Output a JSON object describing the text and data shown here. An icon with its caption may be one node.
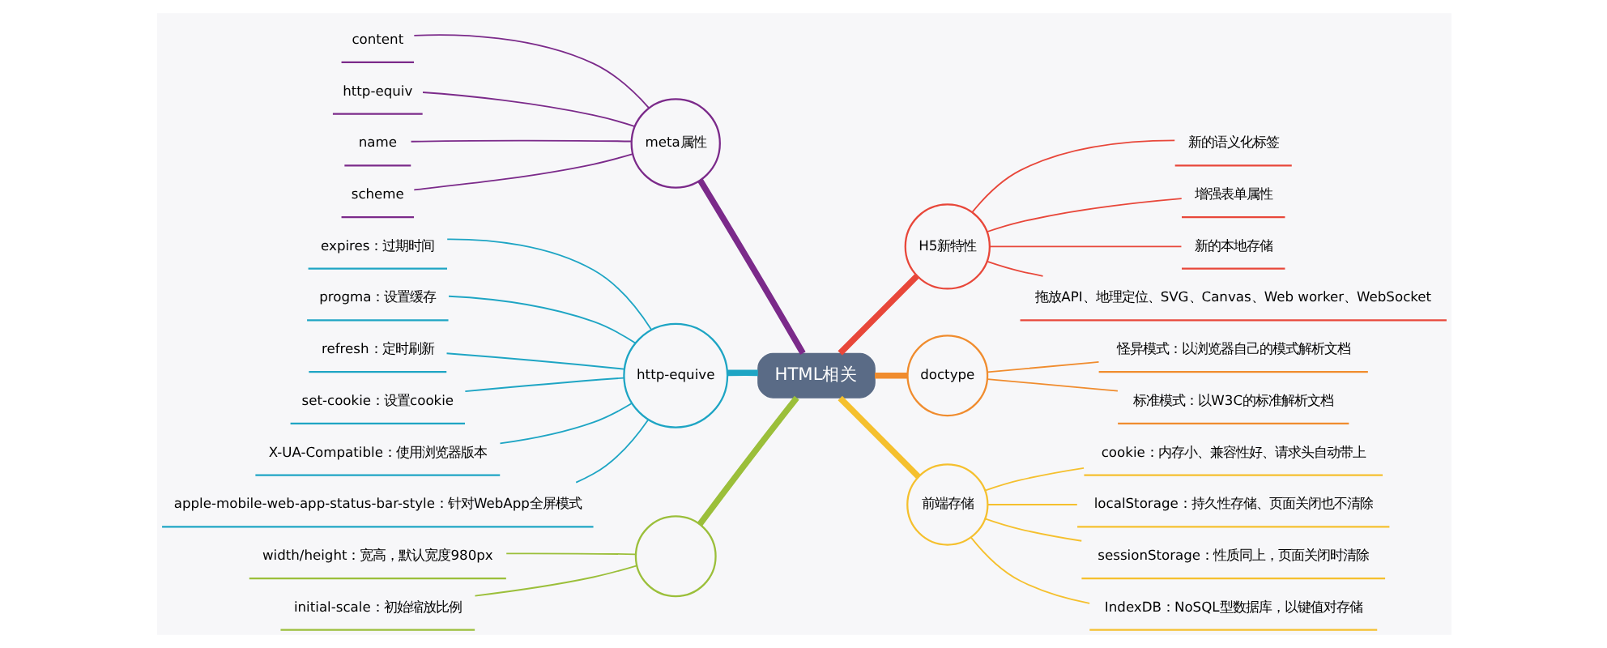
{
  "diagram": {
    "nodes": [
      {
        "text": [
          "HTML相关"
        ]
      },
      {
        "text": [
          "meta属性"
        ]
      },
      {
        "text": [
          "content"
        ]
      },
      {
        "text": [
          "http-equiv"
        ]
      },
      {
        "text": [
          "name"
        ]
      },
      {
        "text": [
          "scheme"
        ]
      },
      {
        "text": [
          "http-equive"
        ]
      },
      {
        "text": [
          "expires：过期时间"
        ]
      },
      {
        "text": [
          "progma：设置缓存"
        ]
      },
      {
        "text": [
          "refresh：定时刷新"
        ]
      },
      {
        "text": [
          "set-cookie：设置cookie"
        ]
      },
      {
        "text": [
          "X-UA-Compatible：使用浏览器版本"
        ]
      },
      {
        "text": [
          "apple-mobile-web-app-status-bar-style：针对WebApp全屏模式"
        ]
      },
      {
        "text": [],
        "shape": "circle"
      },
      {
        "text": [
          "width/height：宽高，默认宽度980px"
        ]
      },
      {
        "text": [
          "initial-scale：初始缩放比例"
        ]
      },
      {
        "text": [
          "H5新特性"
        ]
      },
      {
        "text": [
          "新的语义化标签"
        ]
      },
      {
        "text": [
          "增强表单属性"
        ]
      },
      {
        "text": [
          "新的本地存储"
        ]
      },
      {
        "text": [
          "拖放API、地理定位、SVG、Canvas、Web worker、WebSocket"
        ]
      },
      {
        "text": [
          "doctype"
        ]
      },
      {
        "text": [
          "怪异模式：以浏览器自己的模式解析文档"
        ]
      },
      {
        "text": [
          "标准模式：以W3C的标准解析文档"
        ]
      },
      {
        "text": [
          "前端存储"
        ]
      },
      {
        "text": [
          "cookie：内存小、兼容性好、请求头自动带上"
        ]
      },
      {
        "text": [
          "localStorage：持久性存储、页面关闭也不清除"
        ]
      },
      {
        "text": [
          "sessionStorage：性质同上，页面关闭时清除"
        ]
      },
      {
        "text": [
          "IndexDB：NoSQL型数据库，以键值对存储"
        ]
      }
    ],
    "edges": [
      {
        "from": 0,
        "to": 1,
        "arrow": "none",
        "style": "thick",
        "color": "#7b2a8a"
      },
      {
        "from": 1,
        "to": 2,
        "arrow": "none",
        "color": "#7b2a8a"
      },
      {
        "from": 1,
        "to": 3,
        "arrow": "none",
        "color": "#7b2a8a"
      },
      {
        "from": 1,
        "to": 4,
        "arrow": "none",
        "color": "#7b2a8a"
      },
      {
        "from": 1,
        "to": 5,
        "arrow": "none",
        "color": "#7b2a8a"
      },
      {
        "from": 0,
        "to": 6,
        "arrow": "none",
        "style": "thick",
        "color": "#1ea5c4"
      },
      {
        "from": 6,
        "to": 7,
        "arrow": "none",
        "color": "#1ea5c4"
      },
      {
        "from": 6,
        "to": 8,
        "arrow": "none",
        "color": "#1ea5c4"
      },
      {
        "from": 6,
        "to": 9,
        "arrow": "none",
        "color": "#1ea5c4"
      },
      {
        "from": 6,
        "to": 10,
        "arrow": "none",
        "color": "#1ea5c4"
      },
      {
        "from": 6,
        "to": 11,
        "arrow": "none",
        "color": "#1ea5c4"
      },
      {
        "from": 6,
        "to": 12,
        "arrow": "none",
        "color": "#1ea5c4"
      },
      {
        "from": 0,
        "to": 13,
        "arrow": "none",
        "style": "thick",
        "color": "#9bbf3a"
      },
      {
        "from": 13,
        "to": 14,
        "arrow": "none",
        "color": "#9bbf3a"
      },
      {
        "from": 13,
        "to": 15,
        "arrow": "none",
        "color": "#9bbf3a"
      },
      {
        "from": 0,
        "to": 16,
        "arrow": "none",
        "style": "thick",
        "color": "#e8473a"
      },
      {
        "from": 16,
        "to": 17,
        "arrow": "none",
        "color": "#e8473a"
      },
      {
        "from": 16,
        "to": 18,
        "arrow": "none",
        "color": "#e8473a"
      },
      {
        "from": 16,
        "to": 19,
        "arrow": "none",
        "color": "#e8473a"
      },
      {
        "from": 16,
        "to": 20,
        "arrow": "none",
        "color": "#e8473a"
      },
      {
        "from": 0,
        "to": 21,
        "arrow": "none",
        "style": "thick",
        "color": "#f08c2e"
      },
      {
        "from": 21,
        "to": 22,
        "arrow": "none",
        "color": "#f08c2e"
      },
      {
        "from": 21,
        "to": 23,
        "arrow": "none",
        "color": "#f08c2e"
      },
      {
        "from": 0,
        "to": 24,
        "arrow": "none",
        "style": "thick",
        "color": "#f5c02e"
      },
      {
        "from": 24,
        "to": 25,
        "arrow": "none",
        "color": "#f5c02e"
      },
      {
        "from": 24,
        "to": 26,
        "arrow": "none",
        "color": "#f5c02e"
      },
      {
        "from": 24,
        "to": 27,
        "arrow": "none",
        "color": "#f5c02e"
      },
      {
        "from": 24,
        "to": 28,
        "arrow": "none",
        "color": "#f5c02e"
      }
    ]
  }
}
